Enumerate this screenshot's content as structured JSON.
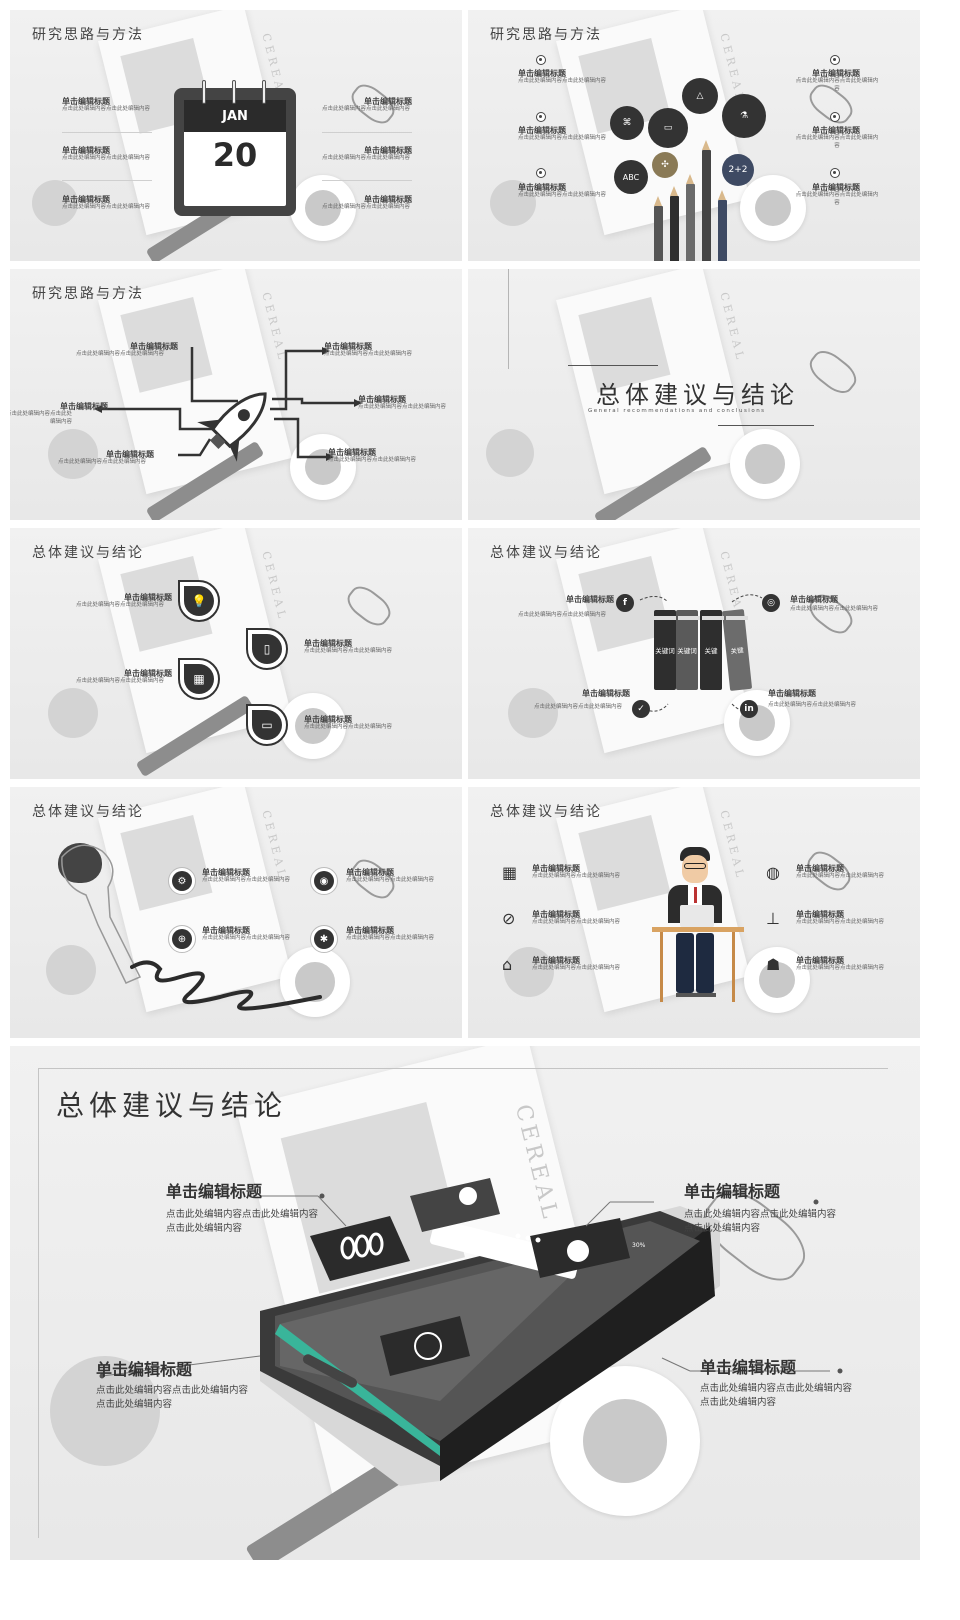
{
  "common": {
    "heading": "单击编辑标题",
    "body": "点击此处编辑内容点击此处编辑内容",
    "cereal": "CEREAL"
  },
  "slide1": {
    "title": "研究思路与方法",
    "cal_month": "JAN",
    "cal_day": "20"
  },
  "slide2": {
    "title": "研究思路与方法",
    "bubble_abc": "ABC",
    "bubble_math": "2+2"
  },
  "slide3": {
    "title": "研究思路与方法"
  },
  "slide4": {
    "title": "总体建议与结论",
    "subtitle": "General recommendations and conclusions"
  },
  "slide5": {
    "title": "总体建议与结论"
  },
  "slide6": {
    "title": "总体建议与结论",
    "keyword": "关键词",
    "keyword_short": "关键"
  },
  "slide7": {
    "title": "总体建议与结论"
  },
  "slide8": {
    "title": "总体建议与结论"
  },
  "slide9": {
    "title": "总体建议与结论",
    "percent": "30%",
    "body_line1": "点击此处编辑内容点击此处编辑内容",
    "body_line2": "点击此处编辑内容"
  },
  "colors": {
    "dark": "#333333",
    "accent_green": "#39b59a",
    "pencil_blue": "#3e4a63"
  },
  "icons": [
    "calendar-icon",
    "monitor-icon",
    "triangle-ruler-icon",
    "flask-icon",
    "dna-icon",
    "rocket-icon",
    "lightbulb-icon",
    "phone-icon",
    "laptop-icon",
    "facebook-icon",
    "instagram-icon",
    "twitter-icon",
    "linkedin-icon",
    "brain-icon",
    "globe-icon",
    "location-icon",
    "bank-icon",
    "compass-icon",
    "hierarchy-icon",
    "users-icon"
  ]
}
